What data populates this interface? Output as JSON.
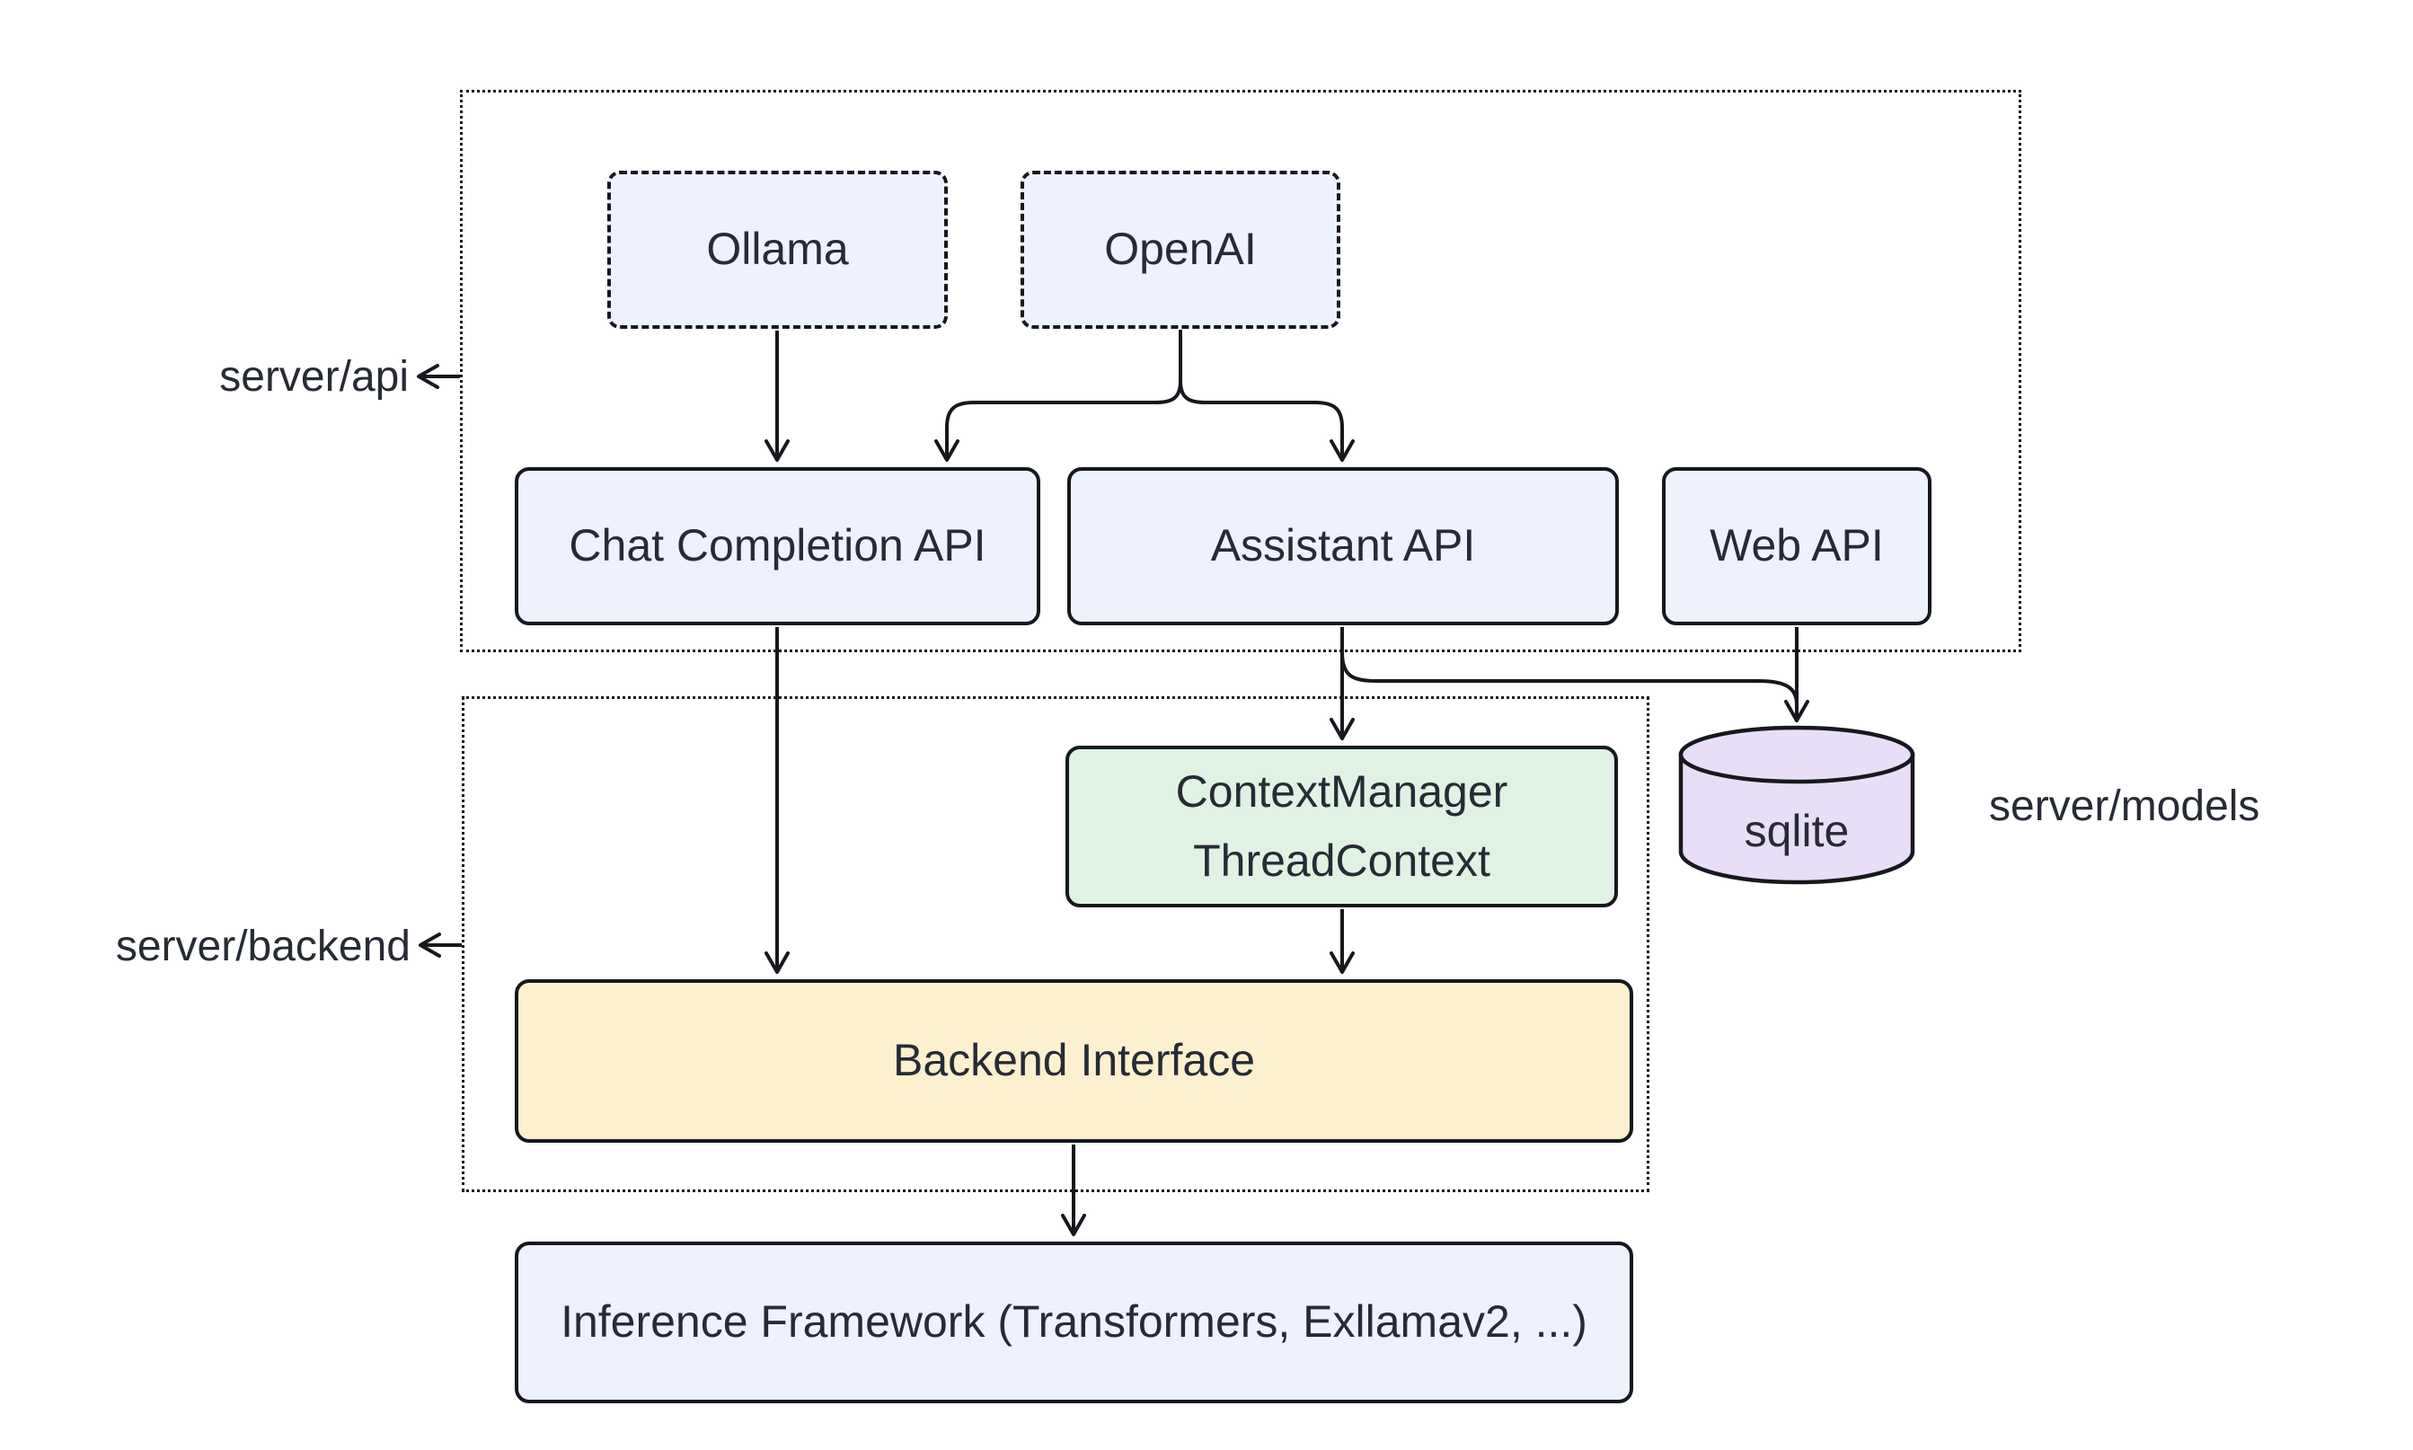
{
  "diagram_title": "",
  "nodes": {
    "ollama": {
      "label": "Ollama",
      "style": "dashed"
    },
    "openai": {
      "label": "OpenAI",
      "style": "dashed"
    },
    "chat_completion_api": {
      "label": "Chat Completion API",
      "style": "solid"
    },
    "assistant_api": {
      "label": "Assistant API",
      "style": "solid"
    },
    "web_api": {
      "label": "Web API",
      "style": "solid"
    },
    "context_manager": {
      "label_line1": "ContextManager",
      "label_line2": "ThreadContext",
      "style": "solid"
    },
    "sqlite": {
      "label": "sqlite",
      "shape": "cylinder"
    },
    "backend_interface": {
      "label": "Backend Interface",
      "style": "solid"
    },
    "inference_framework": {
      "label": "Inference Framework (Transformers, Exllamav2, ...)",
      "style": "solid"
    }
  },
  "annotations": {
    "server_api": "server/api",
    "server_backend": "server/backend",
    "server_models": "server/models"
  },
  "edges": [
    {
      "from": "Ollama",
      "to": "Chat Completion API"
    },
    {
      "from": "OpenAI",
      "to": "Chat Completion API"
    },
    {
      "from": "OpenAI",
      "to": "Assistant API"
    },
    {
      "from": "Chat Completion API",
      "to": "Backend Interface"
    },
    {
      "from": "Assistant API",
      "to": "ContextManager ThreadContext"
    },
    {
      "from": "Assistant API",
      "to": "sqlite"
    },
    {
      "from": "Web API",
      "to": "sqlite"
    },
    {
      "from": "ContextManager ThreadContext",
      "to": "Backend Interface"
    },
    {
      "from": "Backend Interface",
      "to": "Inference Framework (Transformers, Exllamav2, ...)"
    }
  ],
  "colors": {
    "node_blue_fill": "#edf2fc",
    "node_green_fill": "#dff2e3",
    "node_yellow_fill": "#fcf0ce",
    "node_purple_fill": "#e9def7",
    "stroke": "#16181d",
    "text": "#262b35",
    "background": "#ffffff"
  }
}
